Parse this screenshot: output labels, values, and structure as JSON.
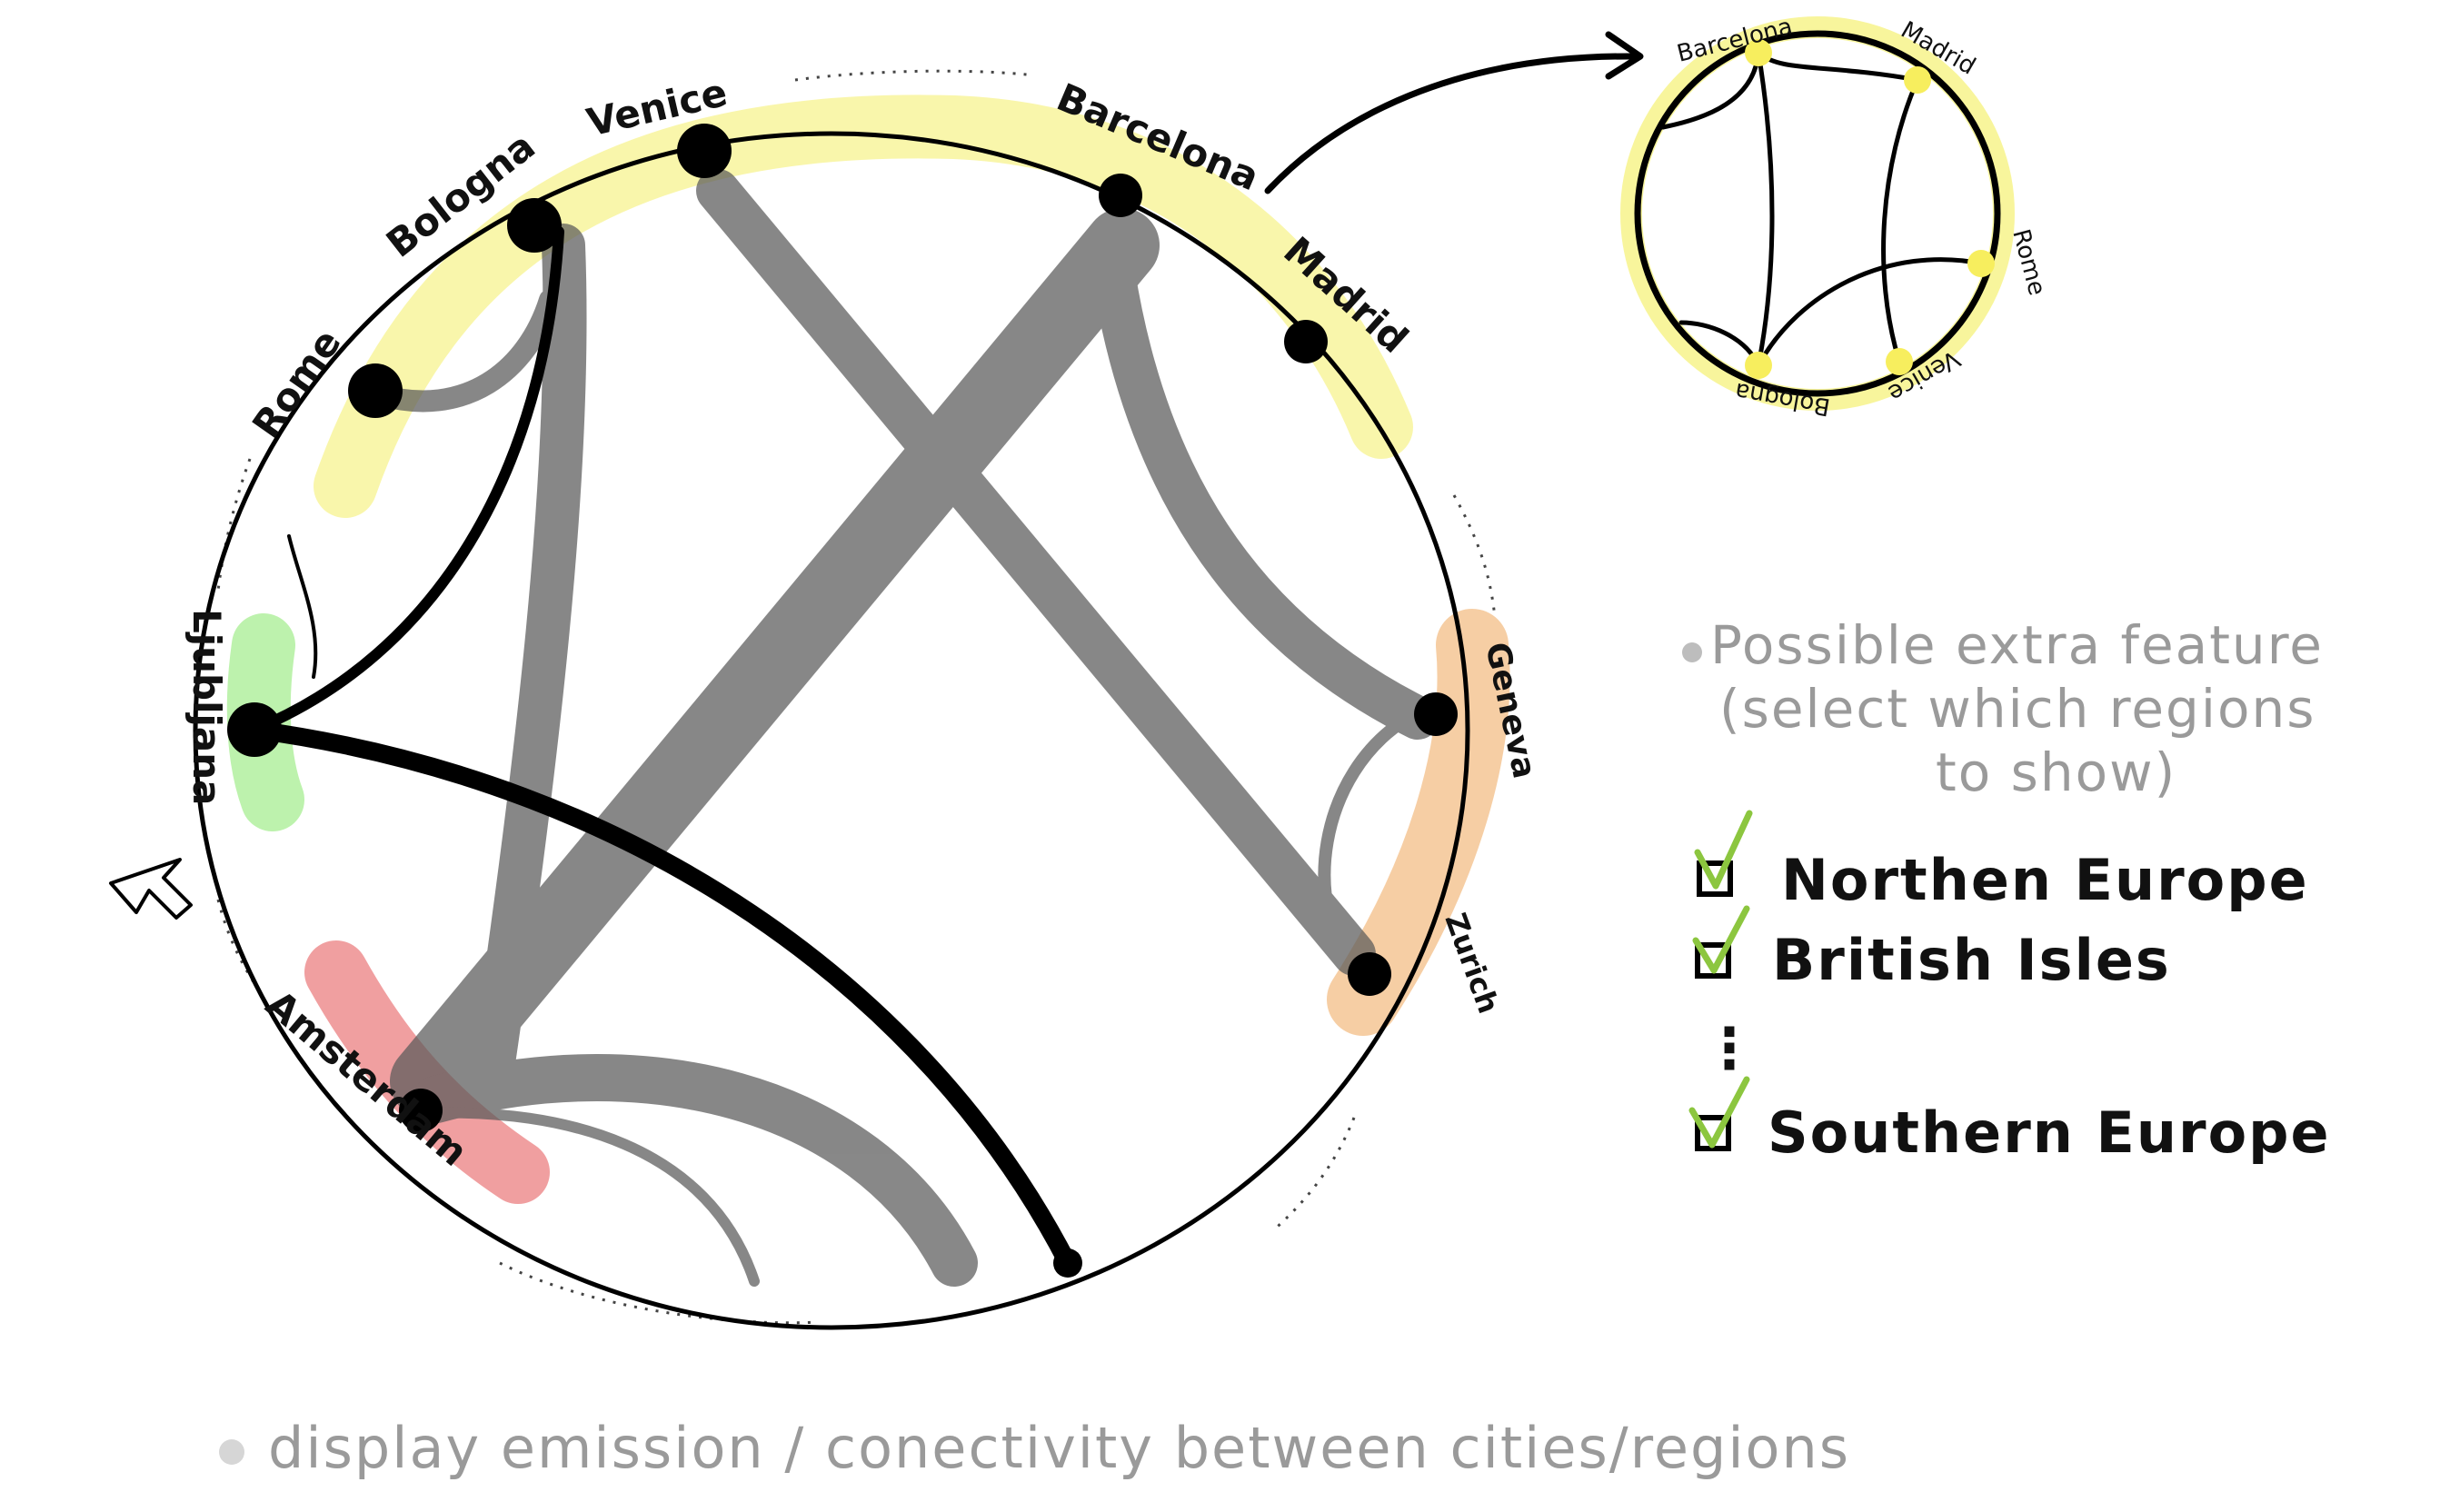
{
  "main_diagram": {
    "cities": [
      "Venice",
      "Bologna",
      "Rome",
      "Barcelona",
      "Madrid",
      "Geneva",
      "Zurich",
      "Amsterdam",
      "Ljubljana"
    ]
  },
  "mini_diagram": {
    "cities": [
      "Barcelona",
      "Madrid",
      "Rome",
      "Venice",
      "Bologna"
    ]
  },
  "extra_feature": {
    "lines": [
      "Possible extra feature",
      "(select which regions",
      "to show)"
    ]
  },
  "regions": [
    {
      "label": "Northen Europe",
      "checked": true
    },
    {
      "label": "British Isles",
      "checked": true
    },
    {
      "label": "⋮",
      "checked": null
    },
    {
      "label": "Southern Europe",
      "checked": true
    }
  ],
  "bottom_note": "display emission / conectivity between cities/regions",
  "colors": {
    "southern": "#f8f59c",
    "ljubljana": "#b6f1a4",
    "swiss": "#f5c99a",
    "amsterdam": "#ee9596",
    "check": "#8cc63f",
    "node_mini": "#f7ee5e"
  }
}
